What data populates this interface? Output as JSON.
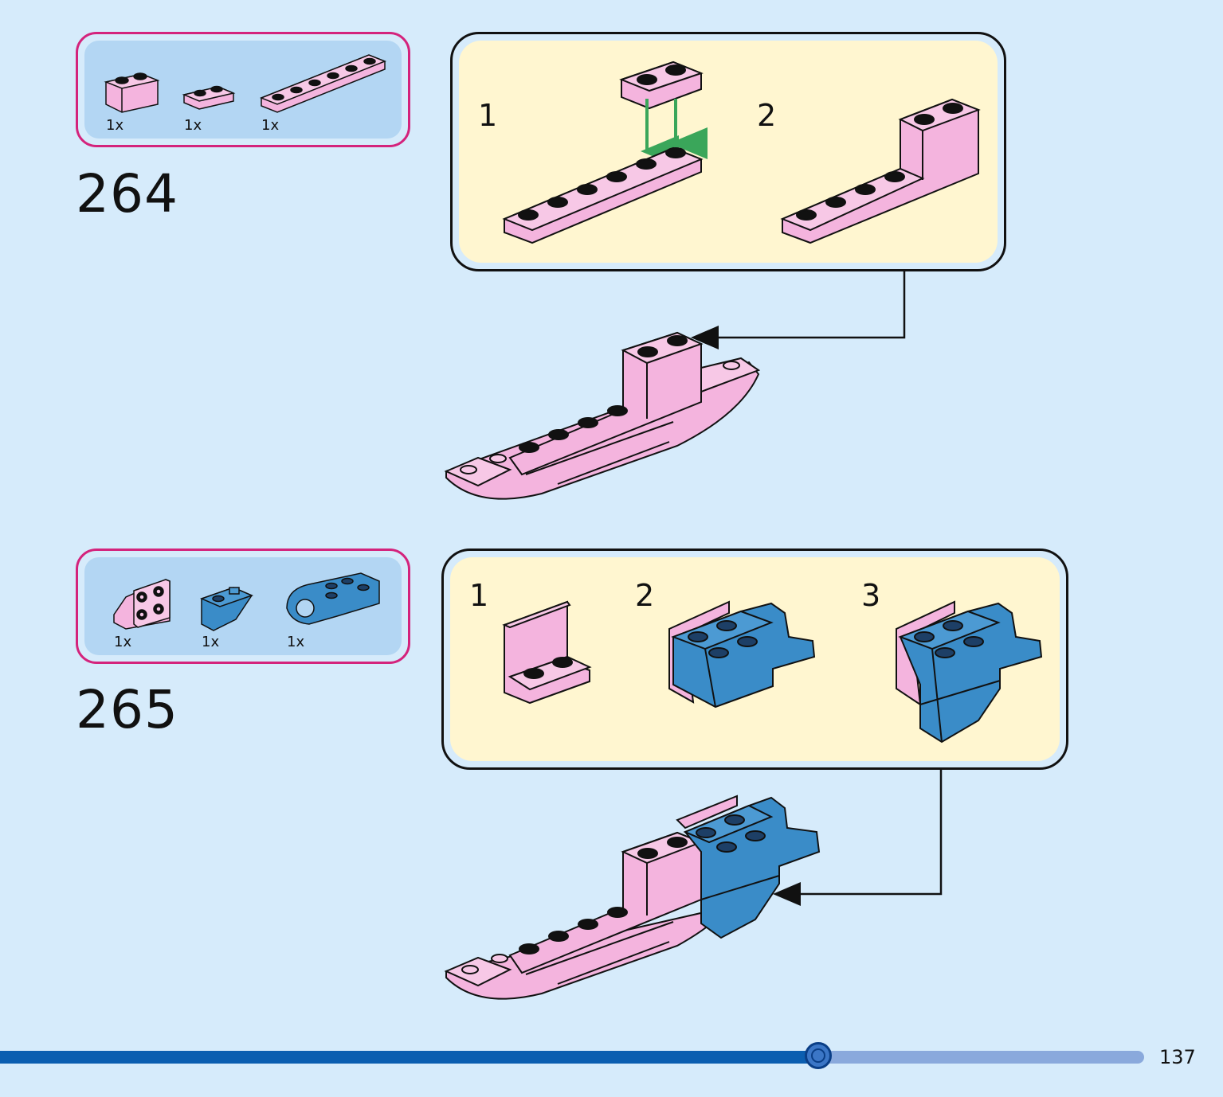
{
  "steps": [
    {
      "number": "264",
      "parts": [
        {
          "qty": "1x",
          "name": "pink-brick-1x2"
        },
        {
          "qty": "1x",
          "name": "pink-plate-1x2"
        },
        {
          "qty": "1x",
          "name": "pink-plate-1x6"
        }
      ],
      "substeps": [
        "1",
        "2"
      ]
    },
    {
      "number": "265",
      "parts": [
        {
          "qty": "1x",
          "name": "pink-bracket-2x2"
        },
        {
          "qty": "1x",
          "name": "blue-slope-inverted"
        },
        {
          "qty": "1x",
          "name": "blue-hinge-brick"
        }
      ],
      "substeps": [
        "1",
        "2",
        "3"
      ]
    }
  ],
  "progress": {
    "fraction": 0.715
  },
  "page_number": "137",
  "colors": {
    "background": "#d6ebfb",
    "pink": "#f4b4de",
    "blue": "#3a8cc8",
    "accent": "#d4237c",
    "callout": "#fff6d0",
    "arrow": "#3aa65a"
  }
}
